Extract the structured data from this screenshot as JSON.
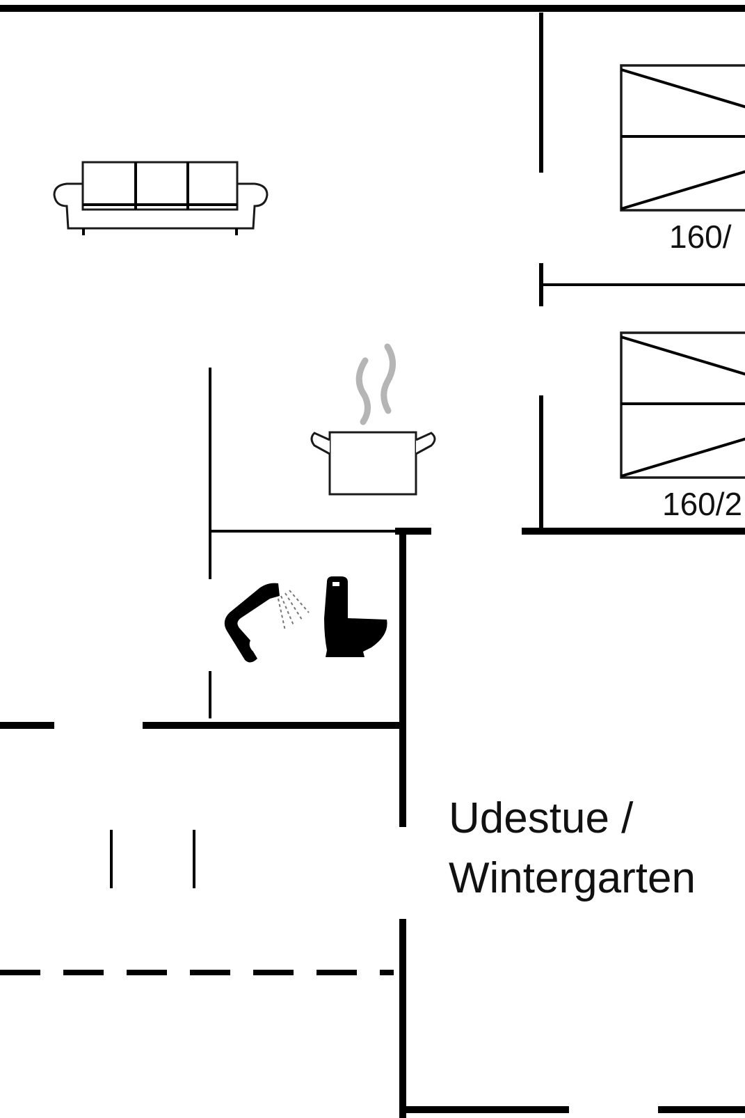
{
  "floorplan": {
    "bed_top_label": "160/",
    "bed_bottom_label": "160/2",
    "room_label_line1": "Udestue /",
    "room_label_line2": "Wintergarten"
  },
  "icons": [
    "sofa-icon",
    "steaming-pot-icon",
    "shower-icon",
    "toilet-icon",
    "bed-icon"
  ],
  "colors": {
    "lines": "#000000",
    "steam": "#b5b5b5",
    "background": "#ffffff"
  }
}
